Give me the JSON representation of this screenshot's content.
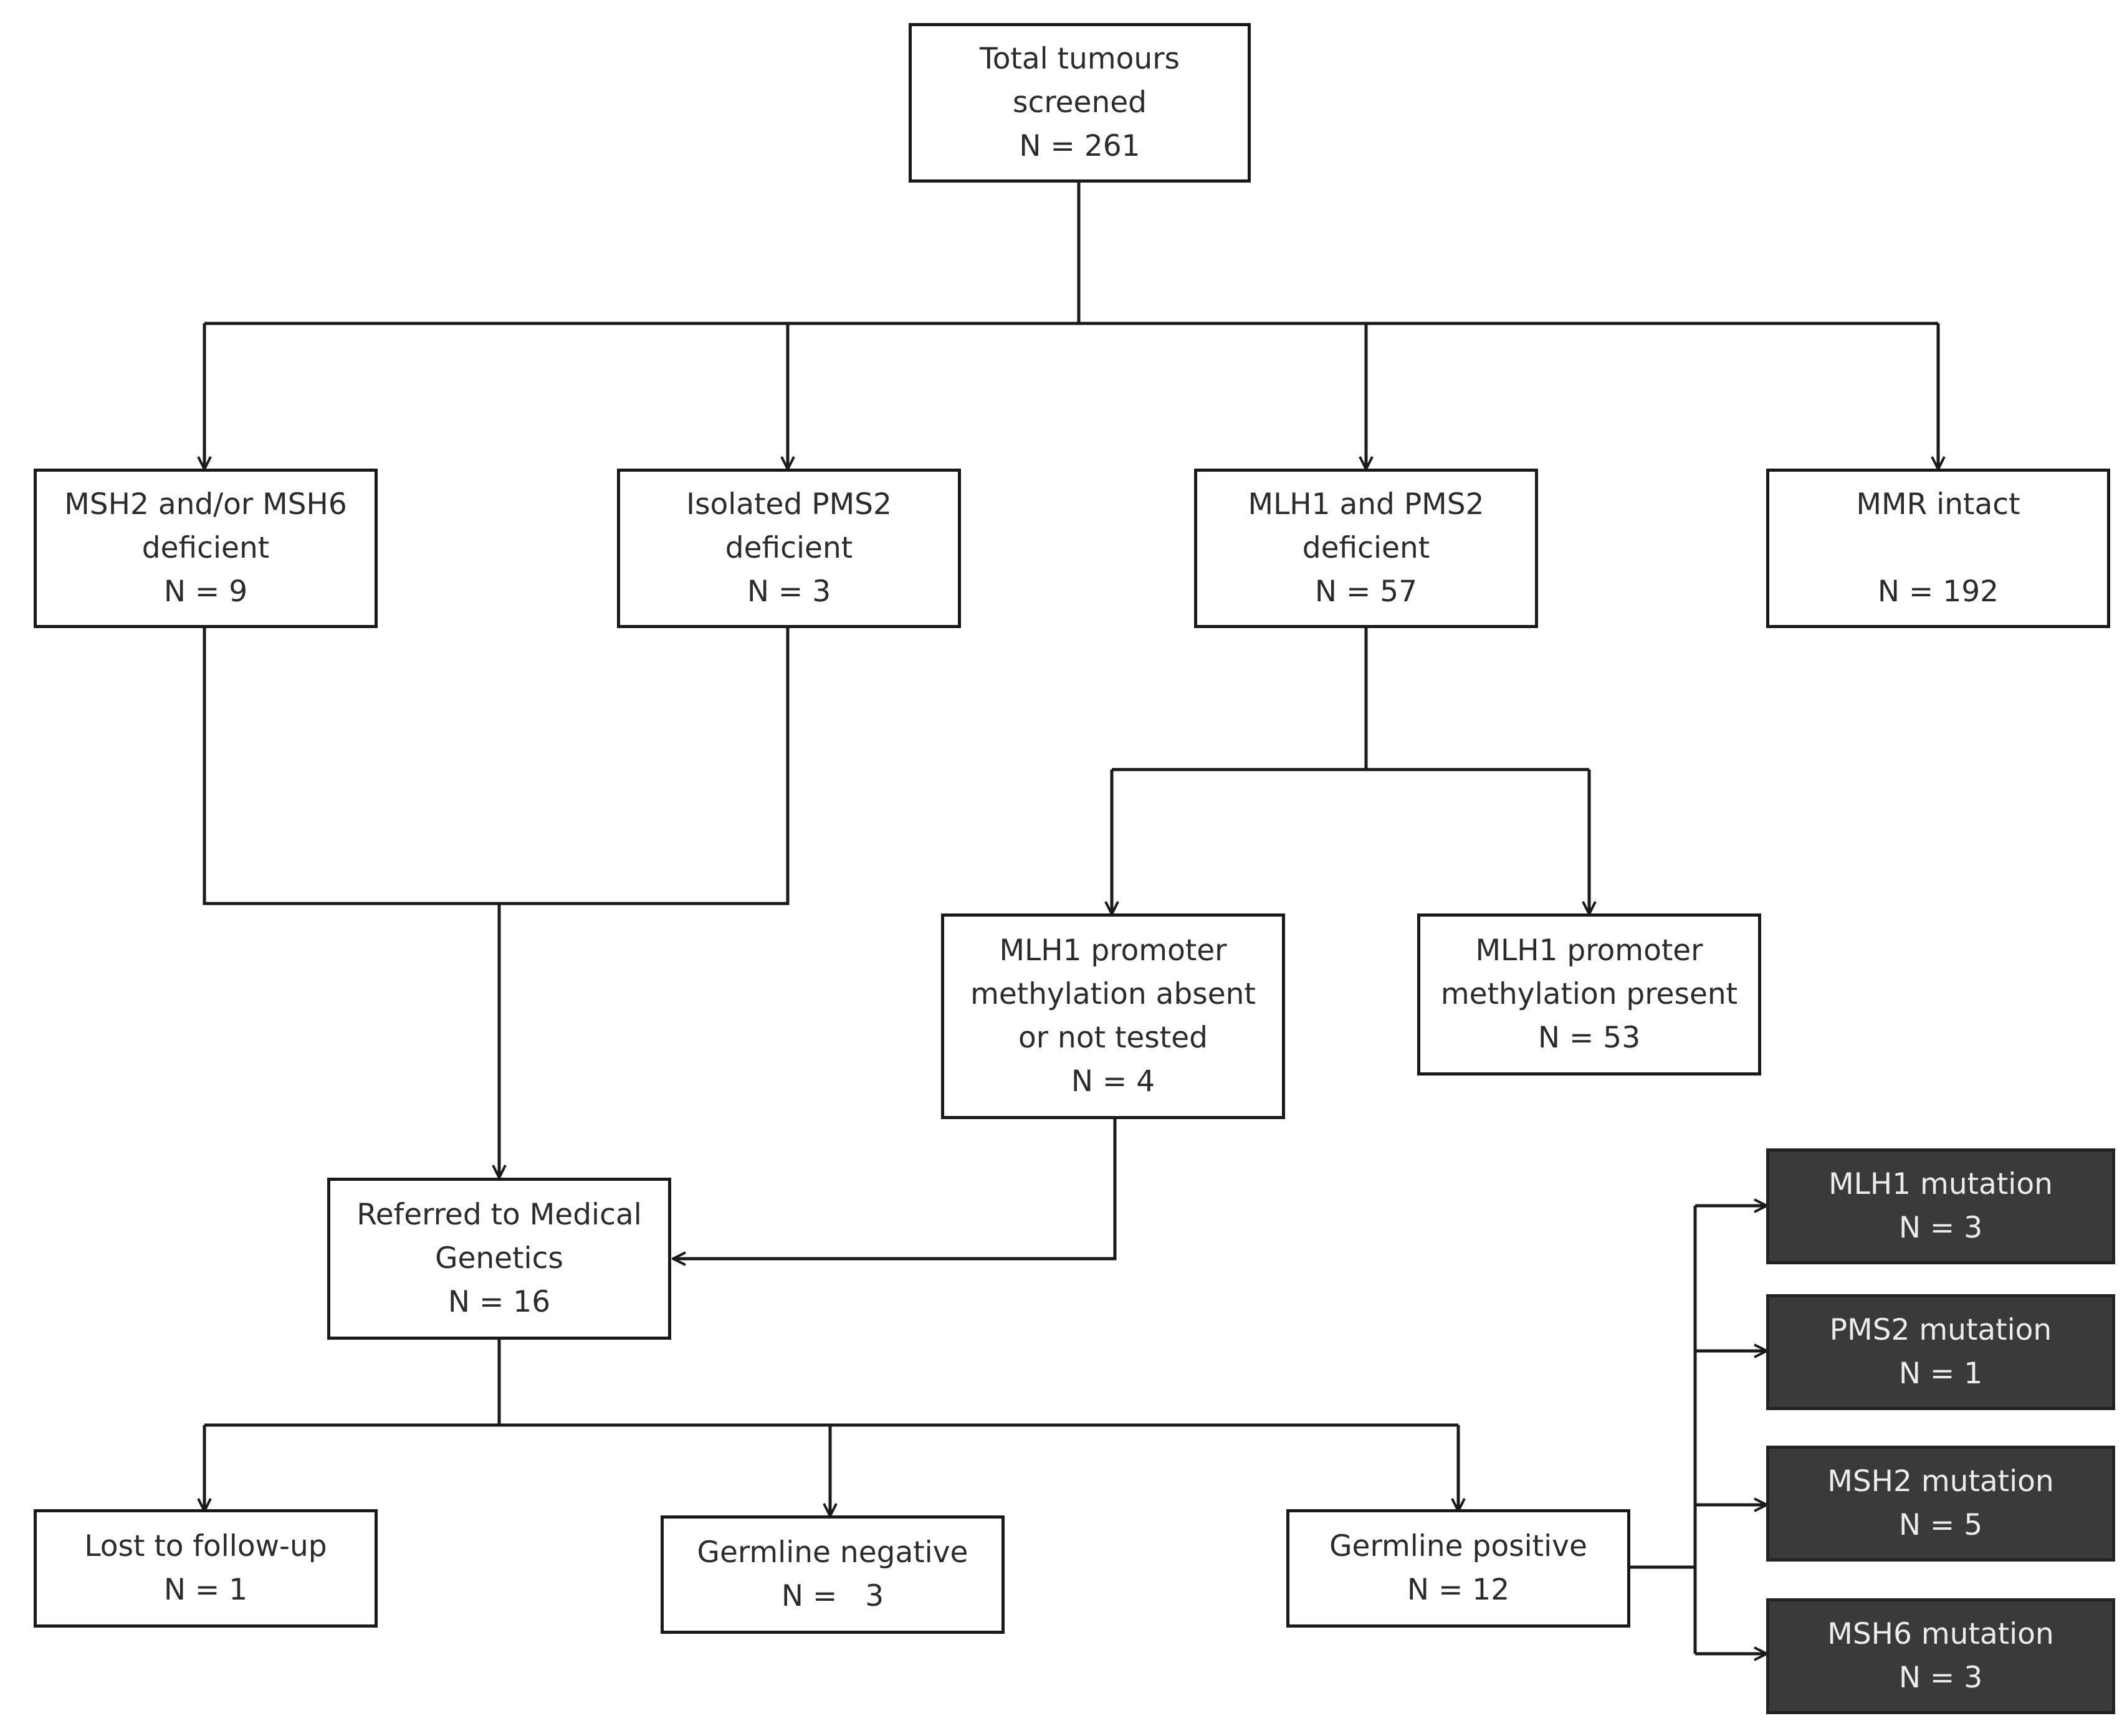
{
  "nodes": {
    "total": {
      "lines": [
        "Total tumours",
        "screened",
        "N = 261"
      ]
    },
    "msh2_msh6": {
      "lines": [
        "MSH2 and/or MSH6",
        "deficient",
        "N = 9"
      ]
    },
    "pms2_iso": {
      "lines": [
        "Isolated PMS2",
        "deficient",
        "N = 3"
      ]
    },
    "mlh1_pms2": {
      "lines": [
        "MLH1 and PMS2",
        "deficient",
        "N = 57"
      ]
    },
    "mmr_intact": {
      "lines": [
        "MMR intact",
        "N = 192"
      ]
    },
    "meth_absent": {
      "lines": [
        "MLH1 promoter",
        "methylation absent",
        "or not tested",
        "N = 4"
      ]
    },
    "meth_present": {
      "lines": [
        "MLH1 promoter",
        "methylation present",
        "N = 53"
      ]
    },
    "referred": {
      "lines": [
        "Referred to Medical",
        "Genetics",
        "N = 16"
      ]
    },
    "lost": {
      "lines": [
        "Lost to follow-up",
        "N = 1"
      ]
    },
    "germ_neg": {
      "lines": [
        "Germline negative",
        "N =   3"
      ]
    },
    "germ_pos": {
      "lines": [
        "Germline positive",
        "N = 12"
      ]
    },
    "mlh1_mut": {
      "lines": [
        "MLH1 mutation",
        "N = 3"
      ]
    },
    "pms2_mut": {
      "lines": [
        "PMS2 mutation",
        "N = 1"
      ]
    },
    "msh2_mut": {
      "lines": [
        "MSH2 mutation",
        "N = 5"
      ]
    },
    "msh6_mut": {
      "lines": [
        "MSH6 mutation",
        "N = 3"
      ]
    }
  },
  "colors": {
    "line": "#1a1a1a",
    "box_fill": "#ffffff",
    "box_text": "#2b2b2b",
    "result_fill": "#3a3a3a",
    "result_text": "#ececec"
  }
}
